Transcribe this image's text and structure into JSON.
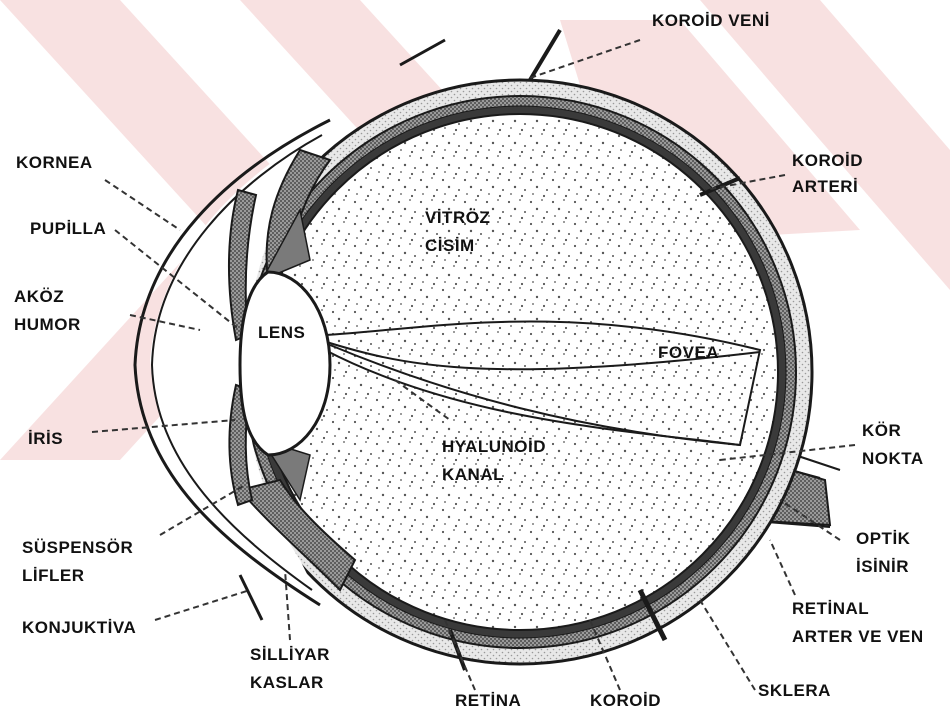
{
  "colors": {
    "background": "#ffffff",
    "watermark": "#f3c9c9",
    "outline": "#1a1a1a",
    "sclera_fill": "#e6e6e6",
    "choroid_fill": "#8c8c8c",
    "retina_fill": "#444444",
    "label": "#111111"
  },
  "labels": {
    "koroid_veni": "KOROİD VENİ",
    "koroid_arteri_1": "KOROİD",
    "koroid_arteri_2": "ARTERİ",
    "kornea": "KORNEA",
    "pupilla": "PUPİLLA",
    "akoz_humor_1": "AKÖZ",
    "akoz_humor_2": "HUMOR",
    "vitroz_cisim_1": "VİTRÖZ",
    "vitroz_cisim_2": "CİSİM",
    "lens": "LENS",
    "fovea": "FOVEA",
    "iris": "İRİS",
    "hyaluonid_kanal_1": "HYALUNOİD",
    "hyaluonid_kanal_2": "KANAL",
    "kor_nokta_1": "KÖR",
    "kor_nokta_2": "NOKTA",
    "suspensor_lifler_1": "SÜSPENSÖR",
    "suspensor_lifler_2": "LİFLER",
    "optik_sinir_1": "OPTİK",
    "optik_sinir_2": "İSİNİR",
    "konjuktiva": "KONJUKTİVA",
    "retinal_arter_1": "RETİNAL",
    "retinal_arter_2": "ARTER VE VEN",
    "silliyar_kaslar_1": "SİLLİYAR",
    "silliyar_kaslar_2": "KASLAR",
    "retina": "RETİNA",
    "koroid": "KOROİD",
    "sklera": "SKLERA"
  }
}
